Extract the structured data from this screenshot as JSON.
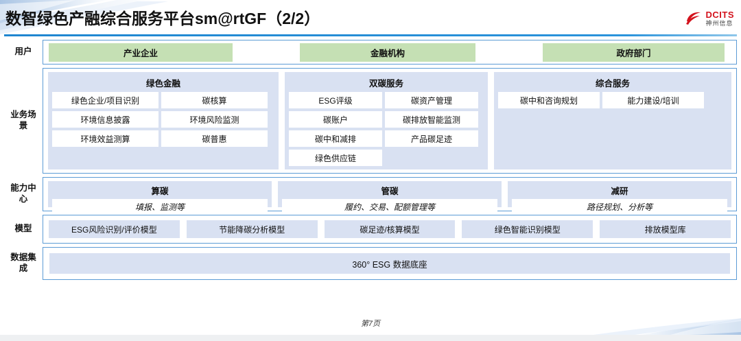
{
  "title": "数智绿色产融综合服务平台sm@rtGF（2/2）",
  "logo": {
    "en": "DCITS",
    "cn": "神州信息",
    "color": "#d3131d"
  },
  "colors": {
    "green": "#c5e0b4",
    "panel_blue": "#d9e1f2",
    "border_blue": "#5b9bd5",
    "rule_blue": "#1f86d0"
  },
  "rows": [
    {
      "label": "用户"
    },
    {
      "label": "业务场\n景"
    },
    {
      "label": "能力中\n心"
    },
    {
      "label": "模型"
    },
    {
      "label": "数据集\n成"
    }
  ],
  "users": [
    {
      "label": "产业企业"
    },
    {
      "label": "金融机构"
    },
    {
      "label": "政府部门"
    }
  ],
  "scenarios": [
    {
      "title": "绿色金融",
      "items": [
        "绿色企业/项目识别",
        "碳核算",
        "环境信息披露",
        "环境风险监测",
        "环境效益测算",
        "碳普惠"
      ]
    },
    {
      "title": "双碳服务",
      "items": [
        "ESG评级",
        "碳资产管理",
        "碳账户",
        "碳排放智能监测",
        "碳中和减排",
        "产品碳足迹",
        "绿色供应链"
      ]
    },
    {
      "title": "综合服务",
      "items": [
        "碳中和咨询规划",
        "能力建设/培训"
      ]
    }
  ],
  "capabilities": [
    {
      "title": "算碳",
      "sub": "填报、监测等"
    },
    {
      "title": "管碳",
      "sub": "履约、交易、配额管理等"
    },
    {
      "title": "减研",
      "sub": "路径规划、分析等"
    }
  ],
  "models": [
    {
      "label": "ESG风险识别/评价模型"
    },
    {
      "label": "节能降碳分析模型"
    },
    {
      "label": "碳足迹/核算模型"
    },
    {
      "label": "绿色智能识别模型"
    },
    {
      "label": "排放模型库"
    }
  ],
  "data_integration": {
    "label": "360° ESG 数据底座"
  },
  "footer": {
    "page": "第7页"
  }
}
